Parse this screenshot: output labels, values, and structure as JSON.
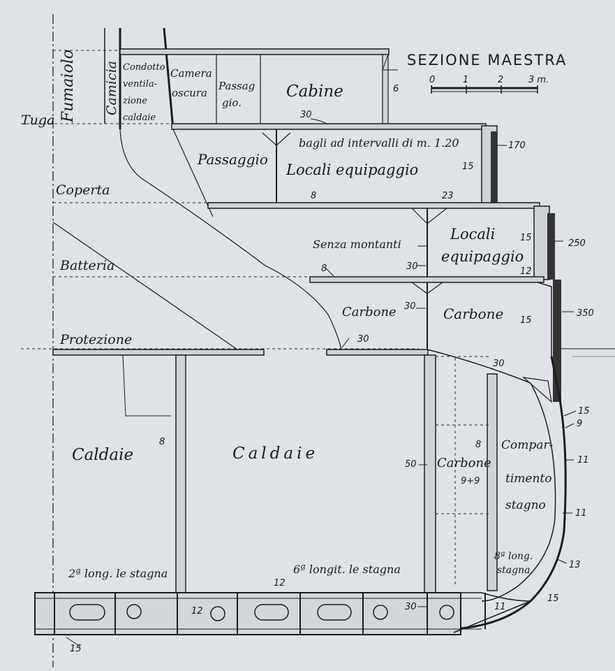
{
  "title": "SEZIONE MAESTRA",
  "scale": [
    "0",
    "1",
    "2",
    "3 m."
  ],
  "labels": {
    "fumaiolo": "Fumaiolo",
    "camicia": "Camicia",
    "condotto": [
      "Condotto",
      "ventila-",
      "zione",
      "caldaie"
    ],
    "camera": [
      "Camera",
      "oscura"
    ],
    "passaggio_small": [
      "Passag",
      "gio."
    ],
    "cabine": "Cabine",
    "tuga": "Tuga",
    "bagli": "bagli ad intervalli di m. 1.20",
    "passaggio": "Passaggio",
    "locali_upper": "Locali equipaggio",
    "coperta": "Coperta",
    "senza_montanti": "Senza montanti",
    "locali_lower": [
      "Locali",
      "equipaggio"
    ],
    "batteria": "Batteria",
    "carbone_left": "Carbone",
    "carbone_right": "Carbone",
    "protezione": "Protezione",
    "caldaie_left": "Caldaie",
    "caldaie_center": "Caldaie",
    "carbone_lower": "Carbone",
    "compartimento": [
      "Compar-",
      "timento",
      "stagno"
    ],
    "long2": "2ª long. le stagna",
    "long6": "6ª longit. le stagna",
    "long8": [
      "8ª long.",
      "stagna"
    ]
  },
  "dims": {
    "d6": "6",
    "d8": "8",
    "d9": "9",
    "d9p9": "9+9",
    "d11": "11",
    "d12": "12",
    "d13": "13",
    "d15": "15",
    "d23": "23",
    "d30": "30",
    "d50": "50",
    "d170": "170",
    "d250": "250",
    "d350": "350"
  }
}
